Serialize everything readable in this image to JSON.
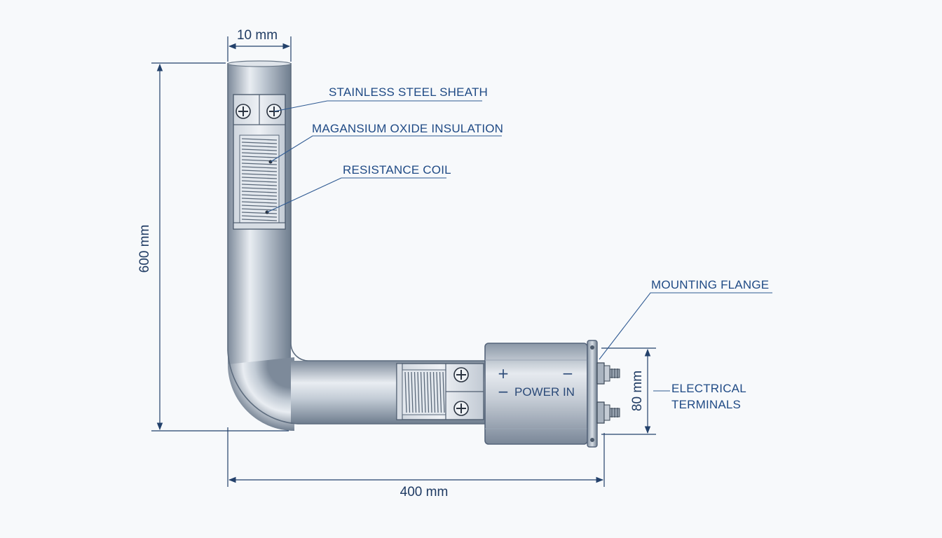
{
  "dimensions": {
    "top_width": "10 mm",
    "height": "600 mm",
    "length": "400 mm",
    "terminal_spacing": "80 mm"
  },
  "callouts": {
    "sheath": "STAINLESS STEEL SHEATH",
    "insulation": "MAGANSIUM OXIDE INSULATION",
    "coil": "RESISTANCE COIL",
    "flange": "MOUNTING FLANGE",
    "terminals_line1": "ELECTRICAL",
    "terminals_line2": "TERMINALS"
  },
  "housing": {
    "plus": "+",
    "minus_top": "−",
    "minus_left": "−",
    "power_label": "POWER IN"
  },
  "colors": {
    "line": "#23416b",
    "label": "#1f4a85",
    "metal_dark": "#7b8898",
    "metal_light": "#f4f6f9"
  }
}
